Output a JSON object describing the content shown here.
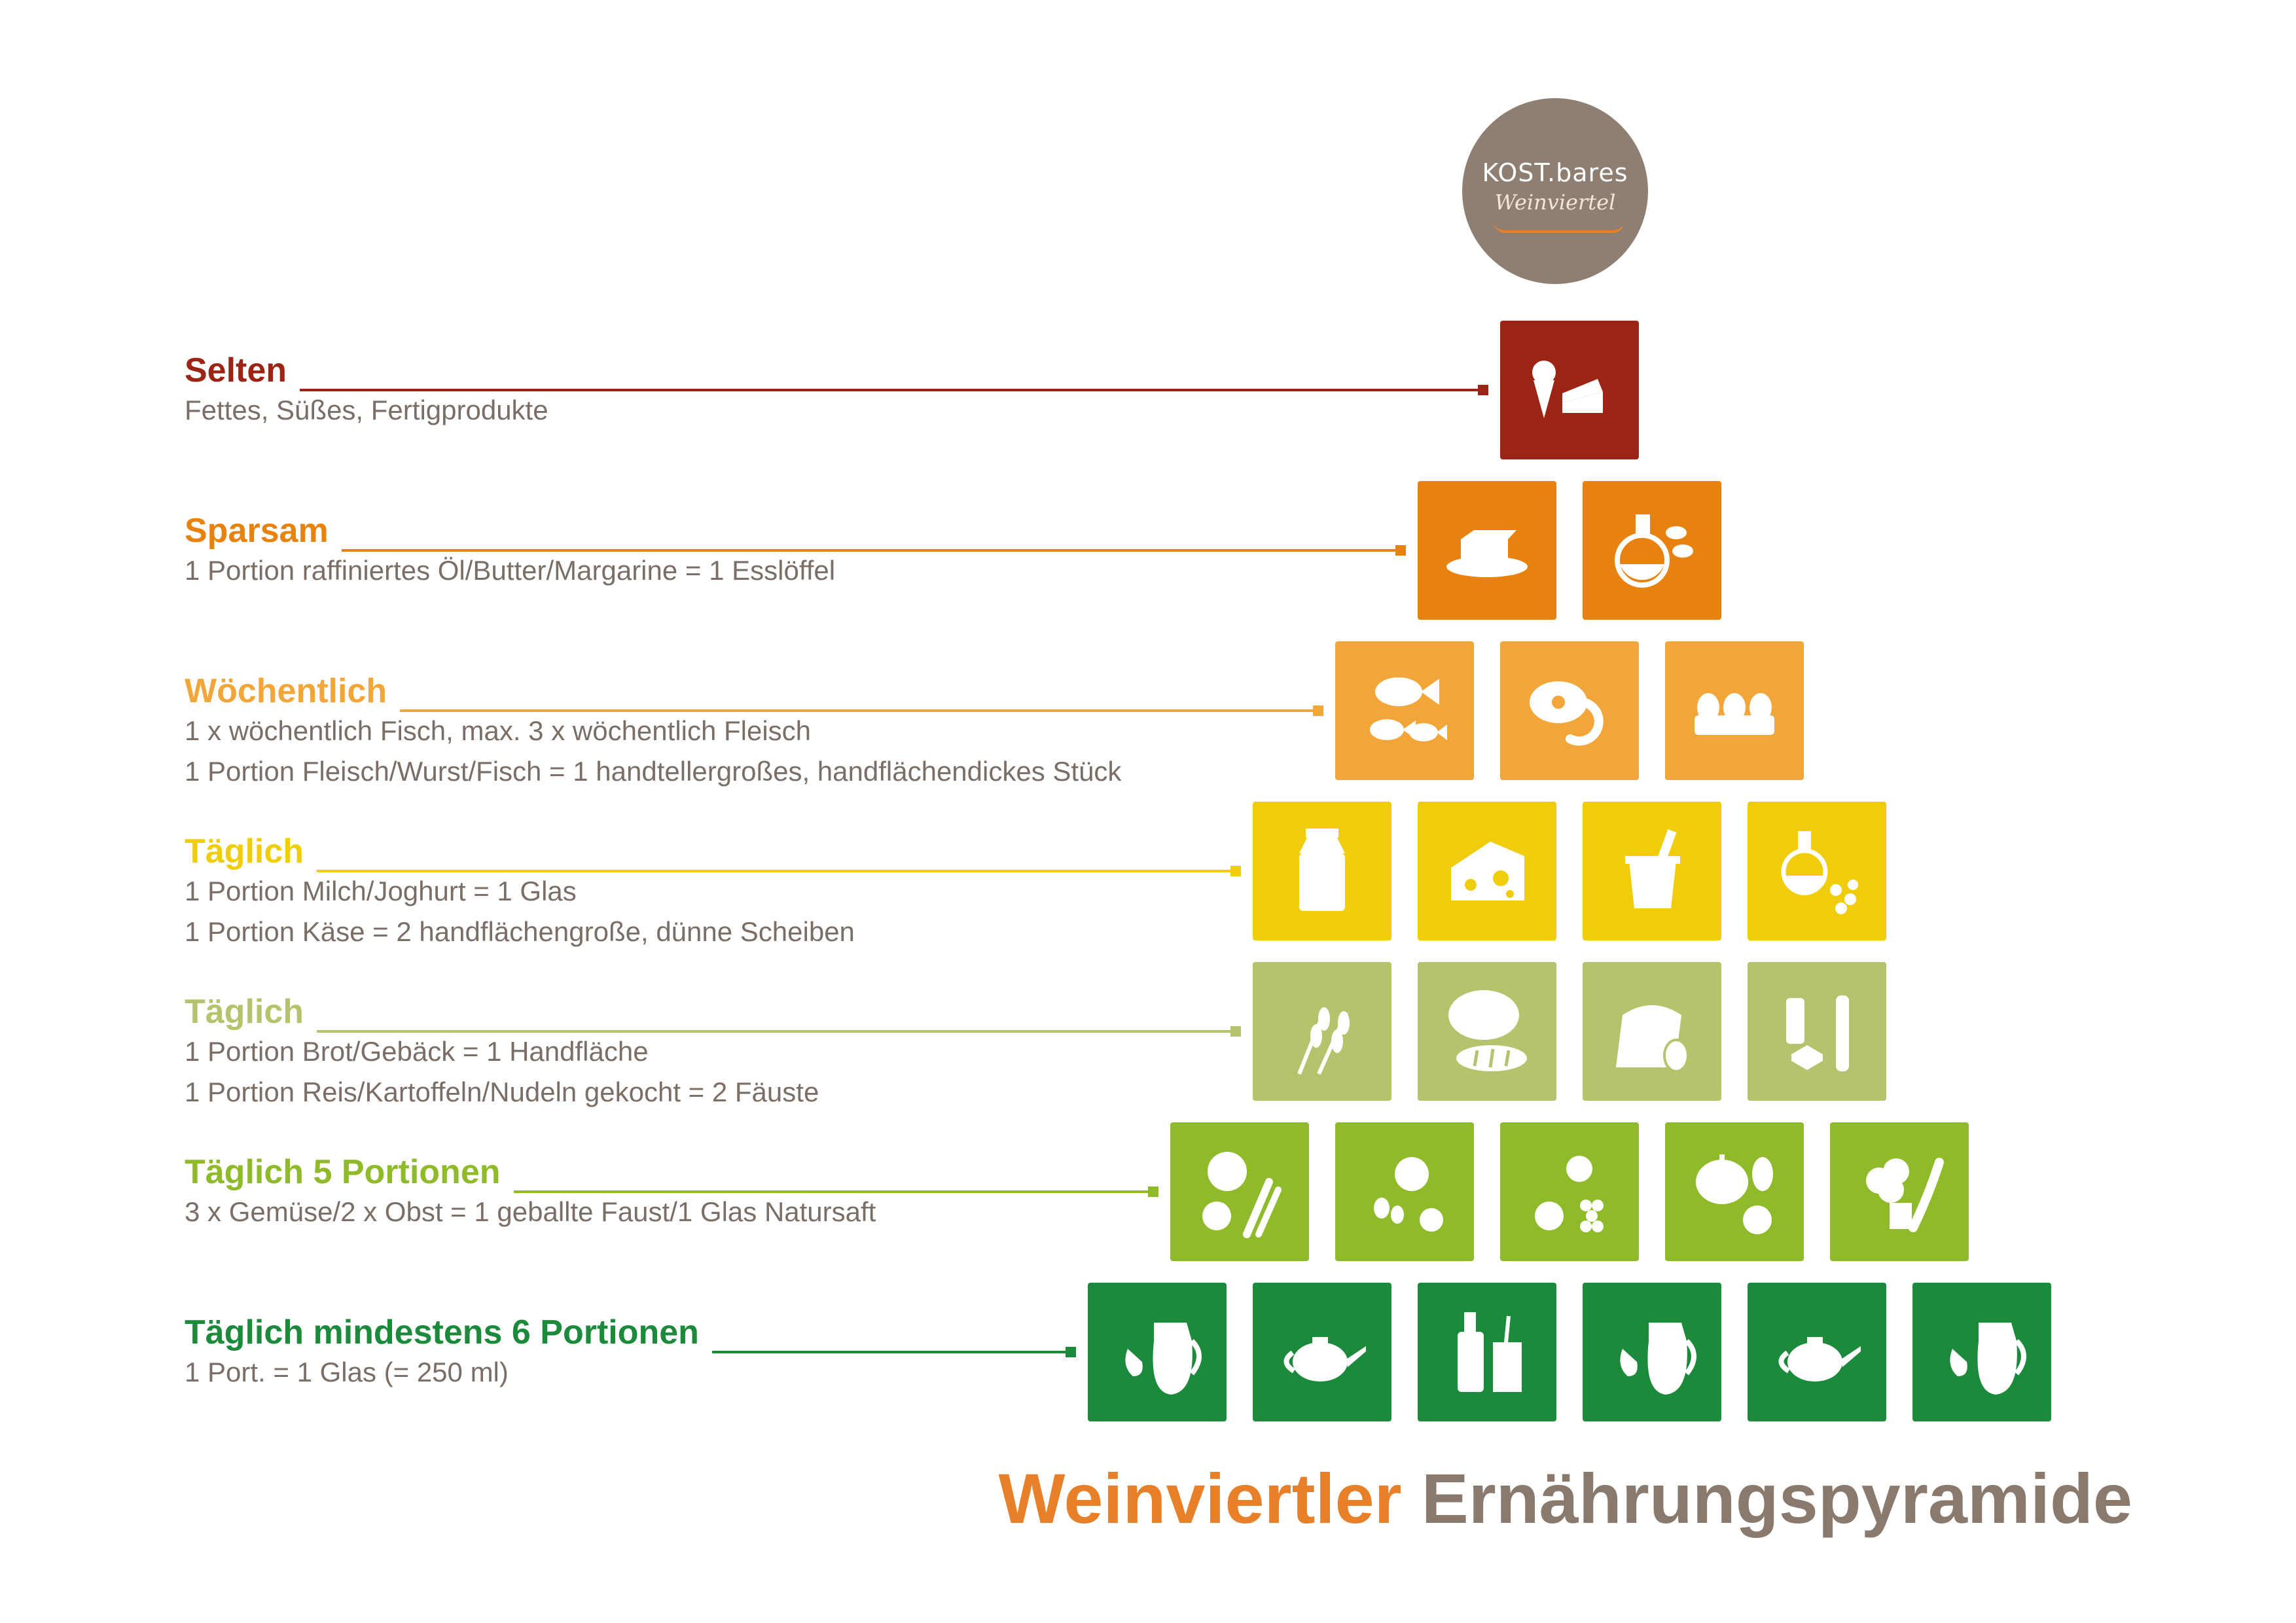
{
  "logo": {
    "line1": "KOST.bares",
    "line2": "Weinviertel"
  },
  "footer": {
    "part1": "Weinviertler",
    "part2": "Ernährungspyramide"
  },
  "rows": [
    {
      "title": "Selten",
      "desc": [
        "Fettes, Süßes, Fertigprodukte"
      ],
      "color": "#9b2414",
      "icons": [
        "ice-cream-cake-icon"
      ]
    },
    {
      "title": "Sparsam",
      "desc": [
        "1 Portion raffiniertes Öl/Butter/Margarine = 1 Esslöffel"
      ],
      "color": "#e8820f",
      "icons": [
        "butter-icon",
        "oil-flask-icon"
      ]
    },
    {
      "title": "Wöchentlich",
      "desc": [
        "1 x wöchentlich Fisch, max. 3 x wöchentlich Fleisch",
        "1 Portion Fleisch/Wurst/Fisch = 1 handtellergroßes, handflächendickes Stück"
      ],
      "color": "#f2a63a",
      "icons": [
        "fish-icon",
        "meat-sausage-icon",
        "eggs-icon"
      ]
    },
    {
      "title": "Täglich",
      "desc": [
        "1 Portion Milch/Joghurt = 1 Glas",
        "1 Portion Käse = 2 handflächengroße, dünne Scheiben"
      ],
      "color": "#f0cc0a",
      "icons": [
        "milk-can-icon",
        "cheese-icon",
        "yogurt-icon",
        "oil-nuts-icon"
      ]
    },
    {
      "title": "Täglich",
      "desc": [
        "1 Portion Brot/Gebäck = 1 Handfläche",
        "1 Portion Reis/Kartoffeln/Nudeln gekocht = 2 Fäuste"
      ],
      "color": "#b5c46c",
      "icons": [
        "grain-icon",
        "bread-icon",
        "rice-potato-icon",
        "pasta-icon"
      ]
    },
    {
      "title": "Täglich 5 Portionen",
      "desc": [
        "3 x Gemüse/2 x Obst = 1 geballte Faust/1 Glas Natursaft"
      ],
      "color": "#8fbb2b",
      "icons": [
        "vegetables-icon",
        "apple-olive-icon",
        "fruit-icon",
        "pumpkin-onion-icon",
        "cauliflower-icon"
      ]
    },
    {
      "title": "Täglich mindestens 6 Portionen",
      "desc": [
        "1 Port. = 1 Glas (= 250 ml)"
      ],
      "color": "#1b8a3a",
      "icons": [
        "water-jug-icon",
        "teapot-icon",
        "bottle-glass-icon",
        "water-jug-icon",
        "teapot-icon",
        "water-jug-icon"
      ]
    }
  ]
}
